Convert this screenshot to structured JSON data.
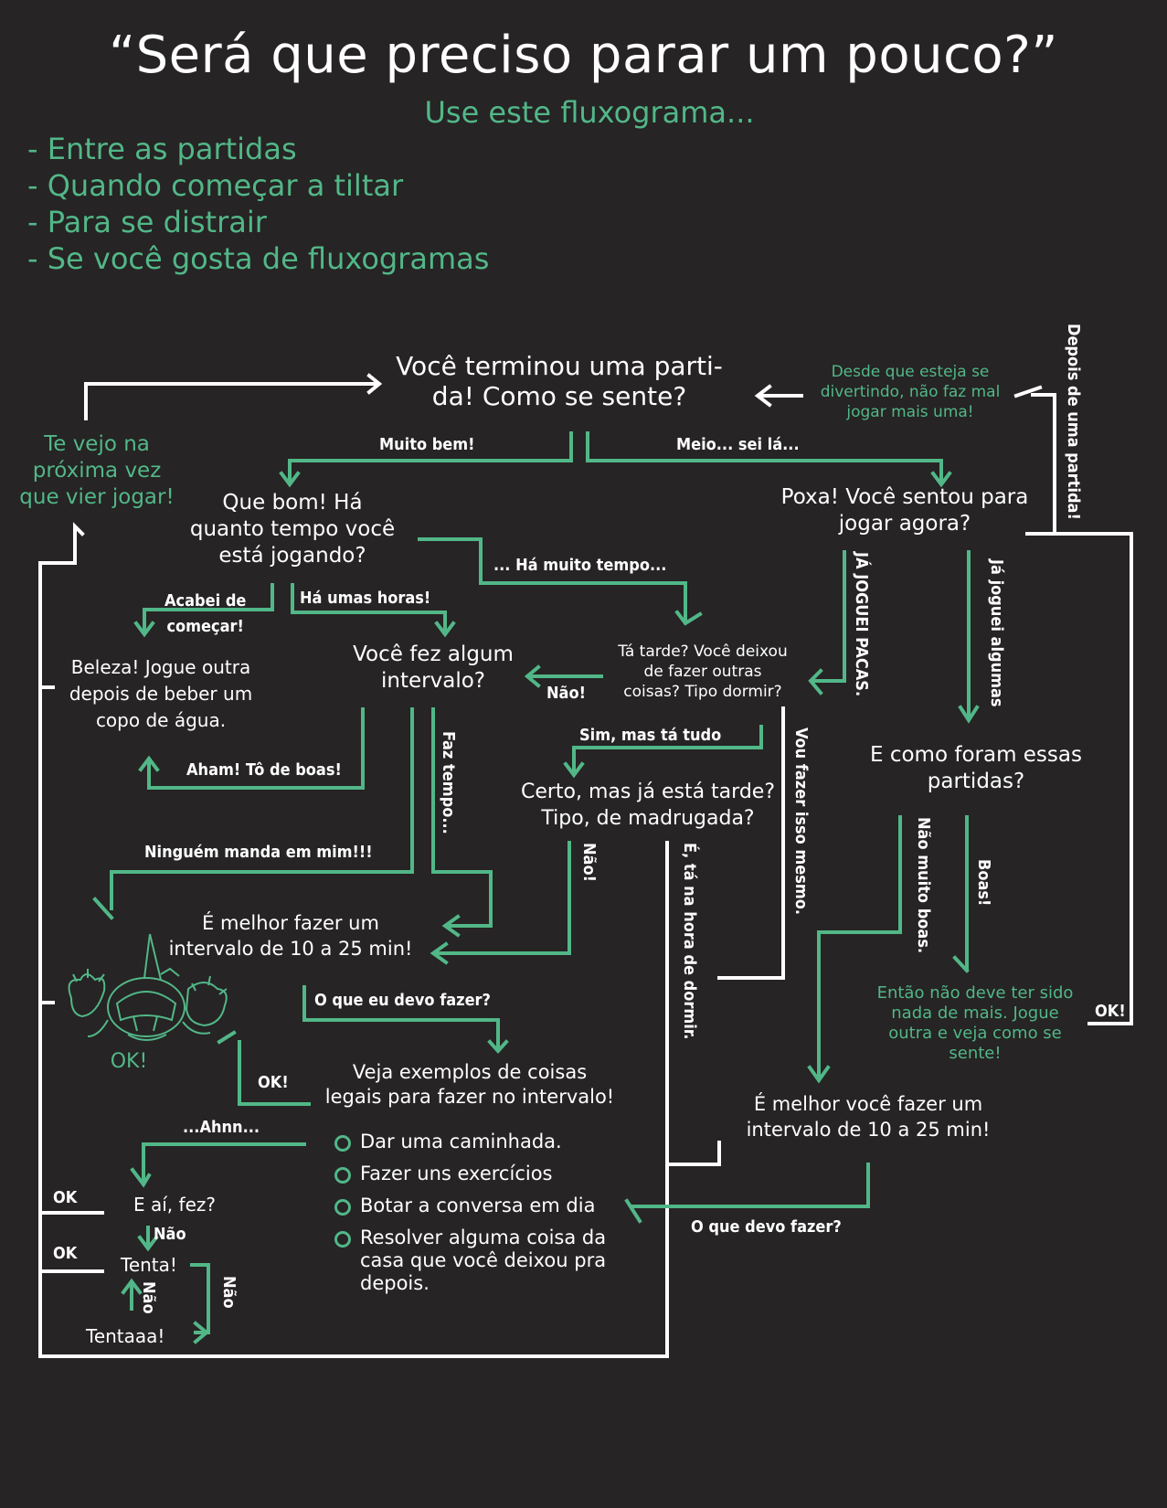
{
  "header": {
    "title": "“Será que preciso parar um pouco?”",
    "subtitle": "Use este fluxograma...",
    "uses": [
      "- Entre as partidas",
      "- Quando começar a tiltar",
      "- Para se distrair",
      "- Se você gosta de fluxogramas"
    ]
  },
  "nodes": {
    "start": "Você terminou uma parti-\nda! Como se sente?",
    "see_you": "Te vejo na\npróxima vez\nque vier jogar!",
    "desde": "Desde que esteja se\ndivertindo, não faz mal\njogar mais uma!",
    "que_bom": "Que bom! Há\nquanto tempo você\nestá jogando?",
    "poxa": "Poxa! Você sentou para\njogar agora?",
    "beleza": "Beleza! Jogue outra\ndepois de beber um\ncopo de água.",
    "intervalo_q": "Você fez algum\nintervalo?",
    "tarde_q": "Tá tarde? Você deixou\nde fazer outras\ncoisas? Tipo dormir?",
    "certo": "Certo, mas já está tarde?\nTipo, de madrugada?",
    "como_foram": "E como foram essas\npartidas?",
    "melhor_1": "É melhor fazer um\nintervalo de 10 a 25 min!",
    "ok_mascot": "OK!",
    "veja": "Veja exemplos de coisas\nlegais para fazer no intervalo!",
    "entao": "Então não deve ter sido\nnada de mais. Jogue\noutra e veja como se\nsente!",
    "melhor_2": "É melhor você fazer um\nintervalo de 10 a 25 min!",
    "e_ai": "E aí, fez?",
    "tenta": "Tenta!",
    "tentaaa": "Tentaaa!"
  },
  "ideas": [
    "Dar uma caminhada.",
    "Fazer uns exercícios",
    "Botar a conversa em dia",
    "Resolver alguma coisa da\ncasa que você deixou pra\ndepois."
  ],
  "labels": {
    "muito_bem": "Muito bem!",
    "meio": "Meio... sei lá...",
    "depois": "Depois de uma partida!",
    "ha_muito": "... Há muito tempo...",
    "acabei": "Acabei de\ncomeçar!",
    "ha_umas": "Há umas horas!",
    "ja_joguei_pacas": "JÁ JOGUEI PACAS.",
    "ja_joguei_algumas": "Já joguei algumas",
    "nao1": "Não!",
    "aham": "Aham! Tô de boas!",
    "faz_tempo": "Faz tempo...",
    "sim_mas": "Sim, mas tá tudo",
    "vou_fazer": "Vou fazer isso mesmo.",
    "ninguem": "Ninguém manda em mim!!!",
    "nao2": "Não!",
    "ta_na_hora": "É, tá na hora de dormir.",
    "nao_muito": "Não muito boas.",
    "boas": "Boas!",
    "ok_right": "OK!",
    "o_que_devo": "O que eu devo fazer?",
    "ok_veja": "OK!",
    "ahnn": "...Ahnn...",
    "ok_1": "OK",
    "ok_2": "OK",
    "nao_eai": "Não",
    "nao_tenta": "Não",
    "nao_tentaaa": "Não",
    "o_que_devo_2": "O que devo fazer?"
  },
  "colors": {
    "background": "#262424",
    "accent": "#52b788",
    "text": "#ffffff"
  }
}
